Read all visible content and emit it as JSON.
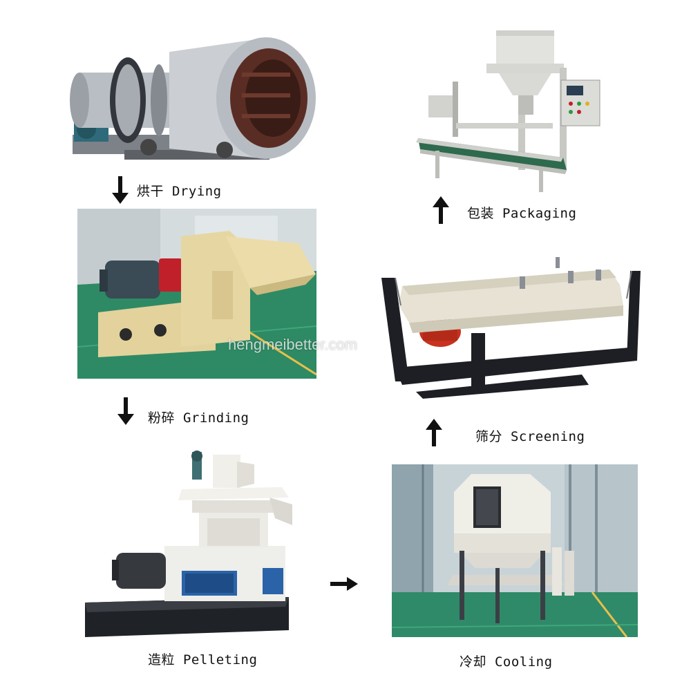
{
  "steps": {
    "drying": {
      "label": "烘干 Drying"
    },
    "grinding": {
      "label": "粉碎 Grinding"
    },
    "pelleting": {
      "label": "造粒 Pelleting"
    },
    "cooling": {
      "label": "冷却 Cooling"
    },
    "screening": {
      "label": "筛分 Screening"
    },
    "packaging": {
      "label": "包装 Packaging"
    }
  },
  "watermark": "hengmeibetter.com",
  "colors": {
    "arrow": "#111111",
    "floor_green": "#2e8a64",
    "machine_cream": "#e9d9a6",
    "drum_grey": "#c9ccd0",
    "frame_black": "#1d1f24"
  }
}
